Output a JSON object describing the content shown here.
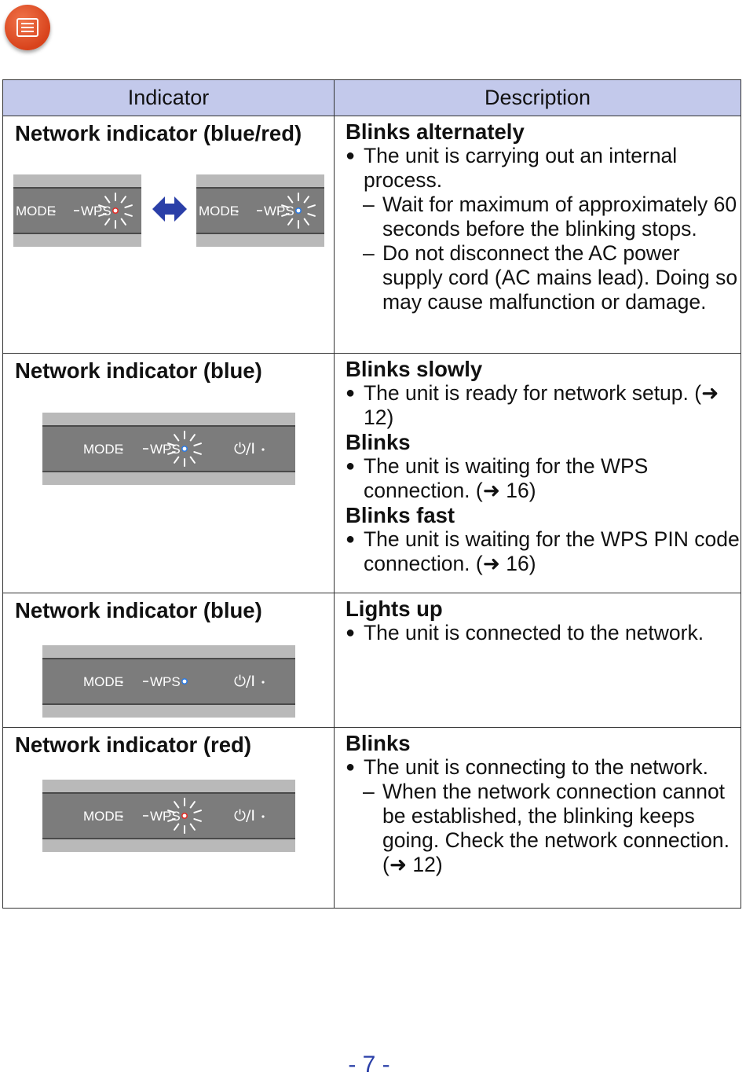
{
  "table": {
    "headers": [
      "Indicator",
      "Description"
    ],
    "rows": [
      {
        "indicator": "Network indicator (blue/red)",
        "desc": [
          {
            "type": "head",
            "text": "Blinks alternately"
          },
          {
            "type": "bullet",
            "text": "The unit is carrying out an internal process."
          },
          {
            "type": "dash",
            "text": "Wait for maximum of approximately 60 seconds before the blinking stops."
          },
          {
            "type": "dash",
            "text": "Do not disconnect the AC power supply cord (AC mains lead). Doing so may cause malfunction or damage."
          }
        ],
        "panels": [
          {
            "mode": "MODE",
            "wps": "WPS",
            "led_color": "#e0302a",
            "blinking": true
          },
          {
            "mode": "MODE",
            "wps": "WPS",
            "led_color": "#2f7be0",
            "blinking": true
          }
        ]
      },
      {
        "indicator": "Network indicator (blue)",
        "desc": [
          {
            "type": "head",
            "text": "Blinks slowly"
          },
          {
            "type": "bullet",
            "text": "The unit is ready for network setup. (➜ 12)"
          },
          {
            "type": "head",
            "text": "Blinks"
          },
          {
            "type": "bullet",
            "text": "The unit is waiting for the WPS connection. (➜ 16)"
          },
          {
            "type": "head",
            "text": "Blinks fast"
          },
          {
            "type": "bullet",
            "text": "The unit is waiting for the WPS PIN code connection. (➜ 16)"
          }
        ],
        "panels": [
          {
            "mode": "MODE",
            "wps": "WPS",
            "power": "⏻/I",
            "led_color": "#2f7be0",
            "blinking": true
          }
        ]
      },
      {
        "indicator": "Network indicator (blue)",
        "desc": [
          {
            "type": "head",
            "text": "Lights up"
          },
          {
            "type": "bullet",
            "text": "The unit is connected to the network."
          }
        ],
        "panels": [
          {
            "mode": "MODE",
            "wps": "WPS",
            "power": "⏻/I",
            "led_color": "#2f7be0",
            "blinking": false
          }
        ]
      },
      {
        "indicator": "Network indicator (red)",
        "desc": [
          {
            "type": "head",
            "text": "Blinks"
          },
          {
            "type": "bullet",
            "text": "The unit is connecting to the network."
          },
          {
            "type": "dash",
            "text": "When the network connection cannot be established, the blinking keeps going. Check the network connection. (➜ 12)"
          }
        ],
        "panels": [
          {
            "mode": "MODE",
            "wps": "WPS",
            "power": "⏻/I",
            "led_color": "#e0302a",
            "blinking": true
          }
        ]
      }
    ]
  },
  "arrow_color": "#2a3fa8",
  "page_number": "- 7 -",
  "page_number_color": "#2a3fa8"
}
